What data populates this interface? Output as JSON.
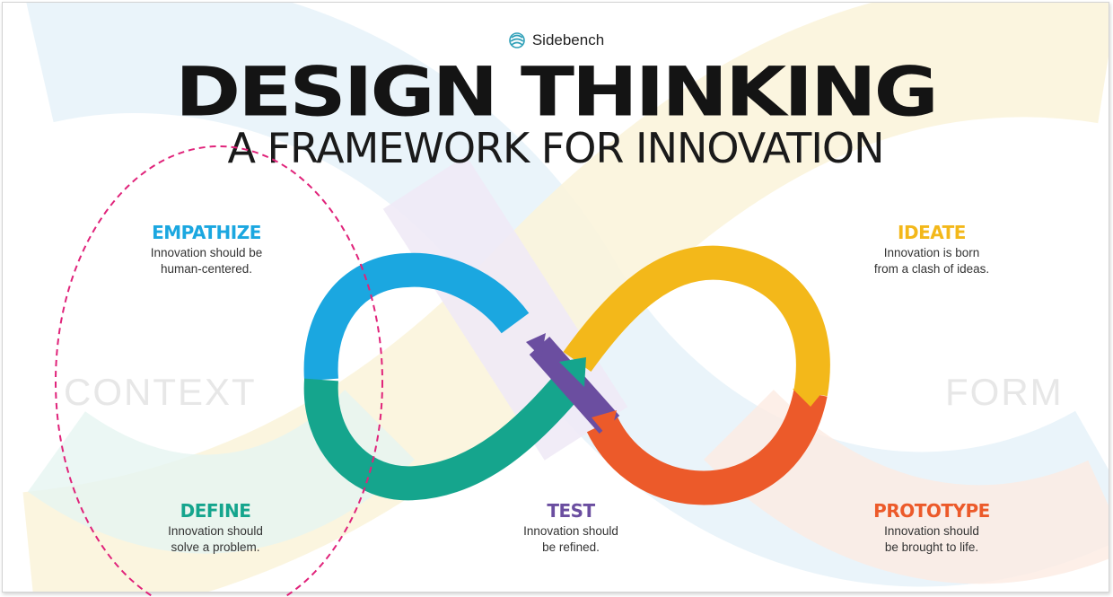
{
  "brand": {
    "name": "Sidebench"
  },
  "title": "DESIGN THINKING",
  "subtitle": "A FRAMEWORK FOR INNOVATION",
  "background_words": {
    "left": "CONTEXT",
    "right": "FORM"
  },
  "stages": {
    "empathize": {
      "title": "EMPATHIZE",
      "line1": "Innovation should be",
      "line2": "human-centered.",
      "color": "#1ba7e0"
    },
    "ideate": {
      "title": "IDEATE",
      "line1": "Innovation is born",
      "line2": "from a clash of ideas.",
      "color": "#f3b81a"
    },
    "define": {
      "title": "DEFINE",
      "line1": "Innovation should",
      "line2": "solve a problem.",
      "color": "#15a58d"
    },
    "test": {
      "title": "TEST",
      "line1": "Innovation should",
      "line2": "be refined.",
      "color": "#6b4ea0"
    },
    "prototype": {
      "title": "PROTOTYPE",
      "line1": "Innovation should",
      "line2": "be brought to life.",
      "color": "#ec5a2a"
    }
  },
  "colors": {
    "empathize": "#1ba7e0",
    "define": "#15a58d",
    "test": "#6b4ea0",
    "ideate": "#f3b81a",
    "prototype": "#ec5a2a",
    "annotation": "#e0237a"
  },
  "icons": [
    "sidebench-logo-icon",
    "infinity-loop-icon"
  ]
}
